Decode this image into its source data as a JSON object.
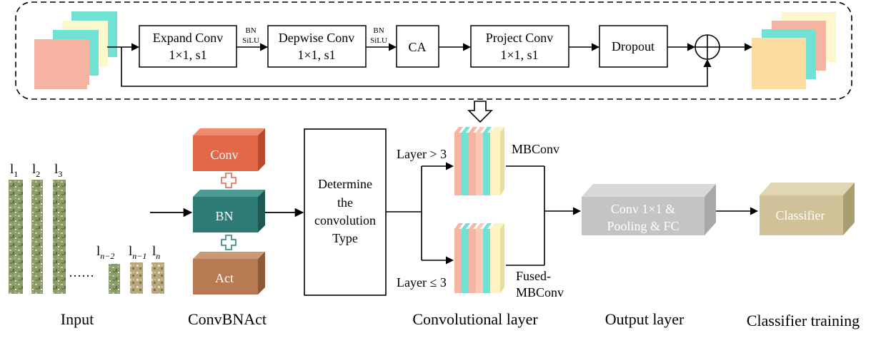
{
  "colors": {
    "conv": "#e2684a",
    "bn": "#2e7a74",
    "act": "#b77a52",
    "output": "#c4c4c4",
    "classifier": "#cfc299",
    "plus_red": "#e07b64",
    "plus_teal": "#3f8f87",
    "salmon": "#f6b3a2",
    "teal": "#6fe2d3",
    "cream": "#fdf8cc",
    "sand": "#fcdca0"
  },
  "top_block": {
    "expand": {
      "line1": "Expand Conv",
      "line2": "1×1,  s1"
    },
    "bn1": "BN",
    "silu1": "SiLU",
    "depwise": {
      "line1": "Depwise Conv",
      "line2": "1×1,  s1"
    },
    "bn2": "BN",
    "silu2": "SiLU",
    "ca": "CA",
    "project": {
      "line1": "Project Conv",
      "line2": "1×1,  s1"
    },
    "dropout": "Dropout"
  },
  "input": {
    "labels": [
      {
        "base": "l",
        "sub": "1"
      },
      {
        "base": "l",
        "sub": "2"
      },
      {
        "base": "l",
        "sub": "3"
      },
      {
        "base": "l",
        "sub": "n−2"
      },
      {
        "base": "l",
        "sub": "n−1"
      },
      {
        "base": "l",
        "sub": "n"
      }
    ],
    "dots": "……",
    "caption": "Input"
  },
  "convbnact": {
    "conv": "Conv",
    "bn": "BN",
    "act": "Act",
    "caption": "ConvBNAct"
  },
  "determine": {
    "lines": [
      "Determine",
      "the",
      "convolution",
      "Type"
    ]
  },
  "conv_layer": {
    "cond_top": "Layer > 3",
    "cond_bottom": "Layer ≤ 3",
    "mbconv": "MBConv",
    "fused_line1": "Fused-",
    "fused_line2": "MBConv",
    "caption": "Convolutional layer"
  },
  "output_layer": {
    "line1": "Conv 1×1 &",
    "line2": "Pooling & FC",
    "caption": "Output layer"
  },
  "classifier": {
    "label": "Classifier",
    "caption": "Classifier training"
  }
}
